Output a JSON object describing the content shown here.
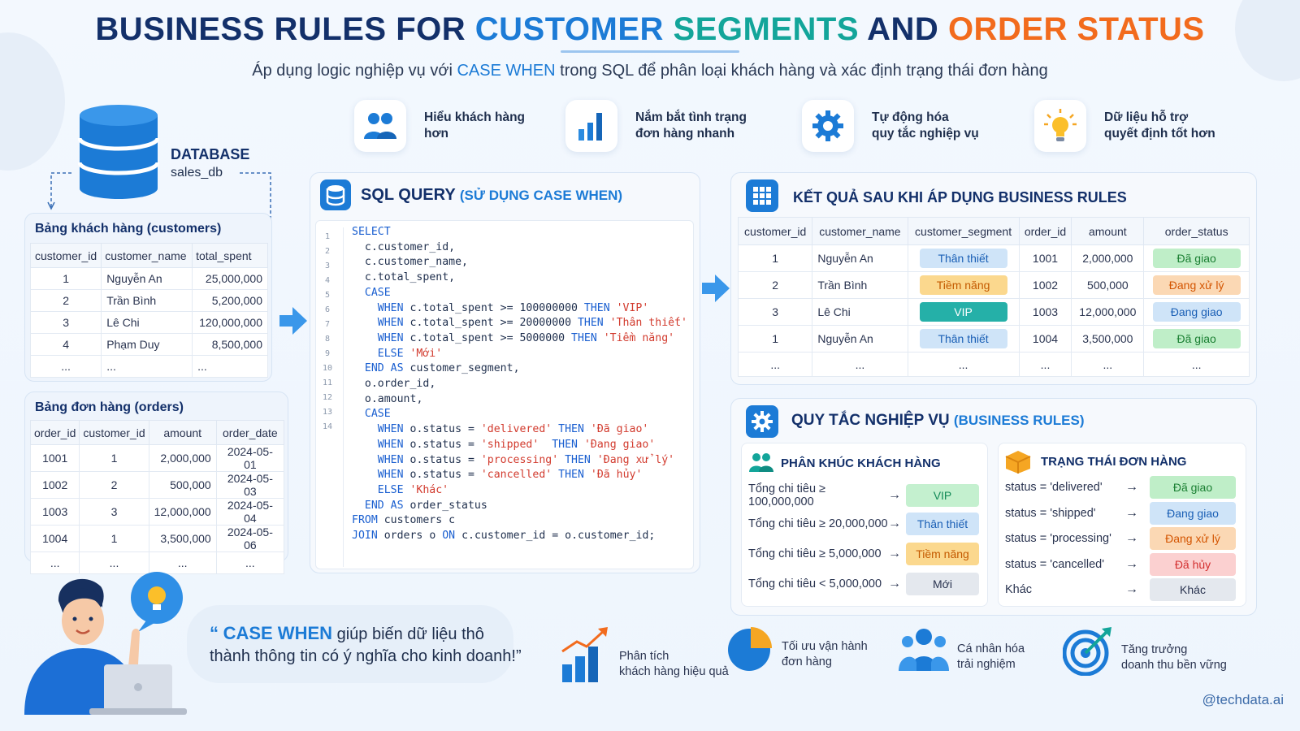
{
  "header": {
    "title_parts": [
      "BUSINESS RULES FOR ",
      "CUSTOMER ",
      "SEGMENTS",
      " AND ",
      "ORDER STATUS"
    ],
    "subtitle_before": "Áp dụng logic nghiệp vụ với ",
    "subtitle_highlight": "CASE WHEN",
    "subtitle_after": " trong SQL để phân loại khách hàng và xác định trạng thái đơn hàng"
  },
  "features": [
    {
      "icon": "users-icon",
      "line1": "Hiểu khách hàng",
      "line2": "hơn"
    },
    {
      "icon": "bar-chart-icon",
      "line1": "Nắm bắt tình trạng",
      "line2": "đơn hàng nhanh"
    },
    {
      "icon": "gear-icon",
      "line1": "Tự động hóa",
      "line2": "quy tắc nghiệp vụ"
    },
    {
      "icon": "lightbulb-icon",
      "line1": "Dữ liệu hỗ trợ",
      "line2": "quyết định tốt hơn"
    }
  ],
  "database": {
    "label": "DATABASE",
    "name": "sales_db"
  },
  "customers_table": {
    "title": "Bảng khách hàng (customers)",
    "columns": [
      "customer_id",
      "customer_name",
      "total_spent"
    ],
    "rows": [
      [
        "1",
        "Nguyễn An",
        "25,000,000"
      ],
      [
        "2",
        "Trần Bình",
        "5,200,000"
      ],
      [
        "3",
        "Lê Chi",
        "120,000,000"
      ],
      [
        "4",
        "Phạm Duy",
        "8,500,000"
      ],
      [
        "...",
        "...",
        "..."
      ]
    ]
  },
  "orders_table": {
    "title": "Bảng đơn hàng (orders)",
    "columns": [
      "order_id",
      "customer_id",
      "amount",
      "order_date"
    ],
    "rows": [
      [
        "1001",
        "1",
        "2,000,000",
        "2024-05-01"
      ],
      [
        "1002",
        "2",
        "500,000",
        "2024-05-03"
      ],
      [
        "1003",
        "3",
        "12,000,000",
        "2024-05-04"
      ],
      [
        "1004",
        "1",
        "3,500,000",
        "2024-05-06"
      ],
      [
        "...",
        "...",
        "...",
        "..."
      ]
    ]
  },
  "sql": {
    "title": "SQL QUERY",
    "title_suffix": "(SỬ DỤNG CASE WHEN)",
    "line_numbers": [
      "1",
      "2",
      "3",
      "4",
      "5",
      "6",
      "7",
      "8",
      "9",
      "10",
      "11",
      "12",
      "13",
      "14"
    ],
    "lines": [
      "SELECT",
      "  c.customer_id,",
      "  c.customer_name,",
      "  c.total_spent,",
      "  CASE",
      "    WHEN c.total_spent >= 100000000 THEN 'VIP'",
      "    WHEN c.total_spent >= 20000000 THEN 'Thân thiết'",
      "    WHEN c.total_spent >= 5000000 THEN 'Tiềm năng'",
      "    ELSE 'Mới'",
      "  END AS customer_segment,",
      "  o.order_id,",
      "  o.amount,",
      "  CASE",
      "    WHEN o.status = 'delivered' THEN 'Đã giao'",
      "    WHEN o.status = 'shipped'  THEN 'Đang giao'",
      "    WHEN o.status = 'processing' THEN 'Đang xử lý'",
      "    WHEN o.status = 'cancelled' THEN 'Đã hủy'",
      "    ELSE 'Khác'",
      "  END AS order_status",
      "FROM customers c",
      "JOIN orders o ON c.customer_id = o.customer_id;"
    ]
  },
  "results": {
    "title": "KẾT QUẢ SAU KHI ÁP DỤNG BUSINESS RULES",
    "columns": [
      "customer_id",
      "customer_name",
      "customer_segment",
      "order_id",
      "amount",
      "order_status"
    ],
    "rows": [
      {
        "id": "1",
        "name": "Nguyễn An",
        "segment": "Thân thiết",
        "seg_style": "p-thanthiet",
        "order": "1001",
        "amount": "2,000,000",
        "status": "Đã giao",
        "st_style": "p-dagiao"
      },
      {
        "id": "2",
        "name": "Trần Bình",
        "segment": "Tiềm năng",
        "seg_style": "p-tiemnang",
        "order": "1002",
        "amount": "500,000",
        "status": "Đang xử lý",
        "st_style": "p-xuly"
      },
      {
        "id": "3",
        "name": "Lê Chi",
        "segment": "VIP",
        "seg_style": "p-vip",
        "order": "1003",
        "amount": "12,000,000",
        "status": "Đang giao",
        "st_style": "p-danggiao"
      },
      {
        "id": "1",
        "name": "Nguyễn An",
        "segment": "Thân thiết",
        "seg_style": "p-thanthiet",
        "order": "1004",
        "amount": "3,500,000",
        "status": "Đã giao",
        "st_style": "p-dagiao"
      }
    ],
    "ellipsis": "..."
  },
  "rules": {
    "title": "QUY TẮC NGHIỆP VỤ",
    "title_suffix": "(BUSINESS RULES)",
    "segments": {
      "heading": "PHÂN KHÚC KHÁCH HÀNG",
      "items": [
        {
          "cond": "Tổng chi tiêu ≥ 100,000,000",
          "label": "VIP",
          "style": "p-vip-soft"
        },
        {
          "cond": "Tổng chi tiêu ≥ 20,000,000",
          "label": "Thân thiết",
          "style": "p-thanthiet"
        },
        {
          "cond": "Tổng chi tiêu ≥ 5,000,000",
          "label": "Tiềm năng",
          "style": "p-tiemnang"
        },
        {
          "cond": "Tổng chi tiêu < 5,000,000",
          "label": "Mới",
          "style": "p-moi"
        }
      ]
    },
    "statuses": {
      "heading": "TRẠNG THÁI ĐƠN HÀNG",
      "items": [
        {
          "cond": "status = 'delivered'",
          "label": "Đã giao",
          "style": "p-dagiao"
        },
        {
          "cond": "status = 'shipped'",
          "label": "Đang giao",
          "style": "p-danggiao"
        },
        {
          "cond": "status = 'processing'",
          "label": "Đang xử lý",
          "style": "p-xuly"
        },
        {
          "cond": "status = 'cancelled'",
          "label": "Đã hủy",
          "style": "p-huy"
        },
        {
          "cond": "Khác",
          "label": "Khác",
          "style": "p-khac"
        }
      ]
    }
  },
  "quote": {
    "open": "“",
    "highlight": "CASE WHEN",
    "line1_rest": " giúp biến dữ liệu thô",
    "line2": "thành thông tin có ý nghĩa cho kinh doanh!”"
  },
  "benefits": [
    {
      "icon": "growth-chart-icon",
      "line1": "Phân tích",
      "line2": "khách hàng hiệu quả"
    },
    {
      "icon": "pie-chart-icon",
      "line1": "Tối ưu vận hành",
      "line2": "đơn hàng"
    },
    {
      "icon": "team-icon",
      "line1": "Cá nhân hóa",
      "line2": "trải nghiệm"
    },
    {
      "icon": "target-icon",
      "line1": "Tăng trưởng",
      "line2": "doanh thu bền vững"
    }
  ],
  "footer": {
    "handle": "@techdata.ai"
  },
  "colors": {
    "navy": "#13306a",
    "blue": "#1c7bd6",
    "teal": "#13a59a",
    "orange": "#f26b1d"
  }
}
